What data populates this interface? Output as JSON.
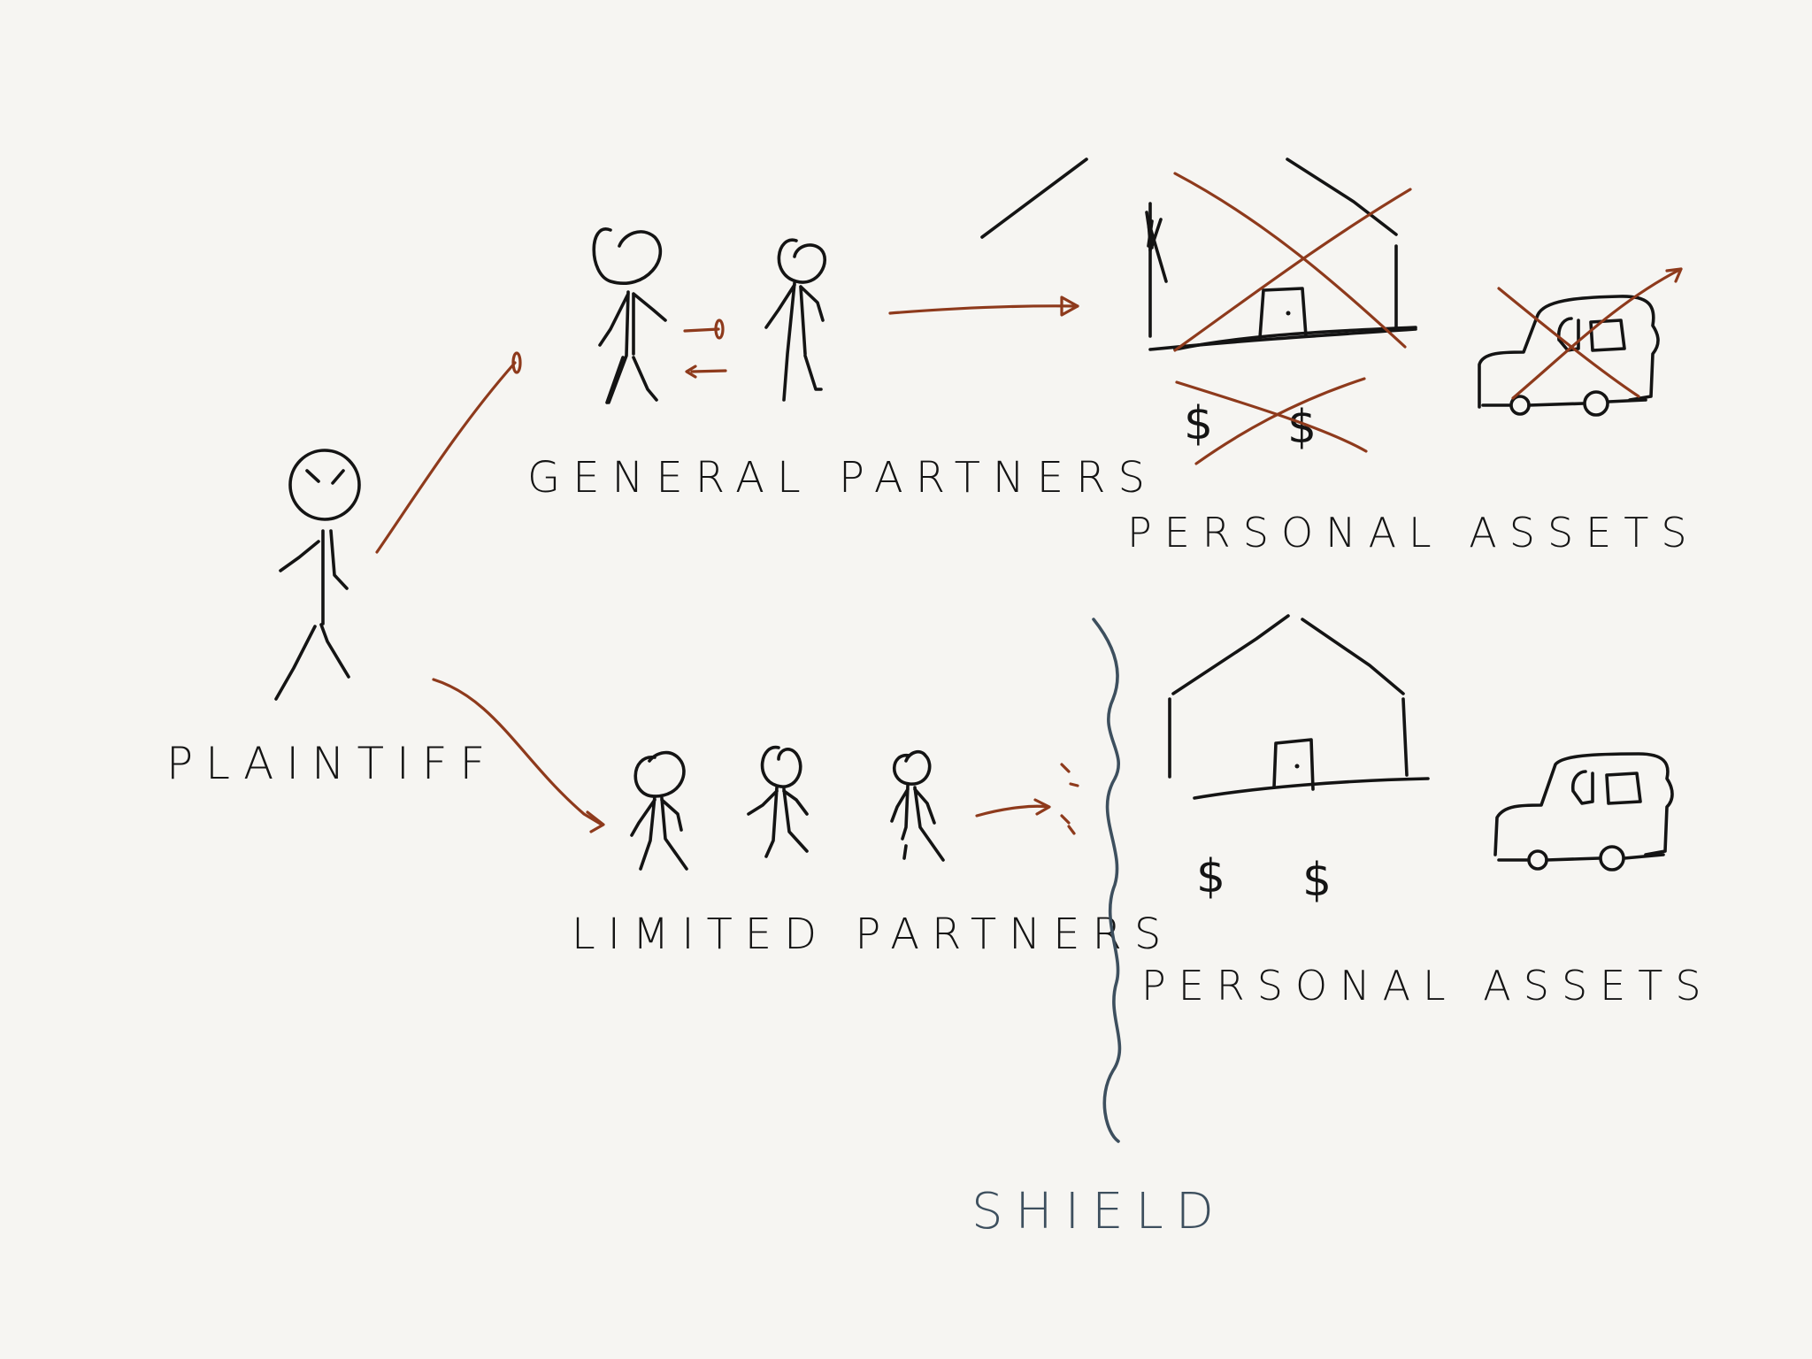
{
  "labels": {
    "plaintiff": "PLAINTIFF",
    "general_partners": "GENERAL PARTNERS",
    "limited_partners": "LIMITED PARTNERS",
    "personal_assets_top": "PERSONAL ASSETS",
    "personal_assets_bottom": "PERSONAL ASSETS",
    "shield": "SHIELD",
    "dollar": "$"
  },
  "colors": {
    "ink": "#141414",
    "arrow": "#8e3a1c",
    "shield": "#3d4f5e",
    "background": "#f6f5f2"
  }
}
